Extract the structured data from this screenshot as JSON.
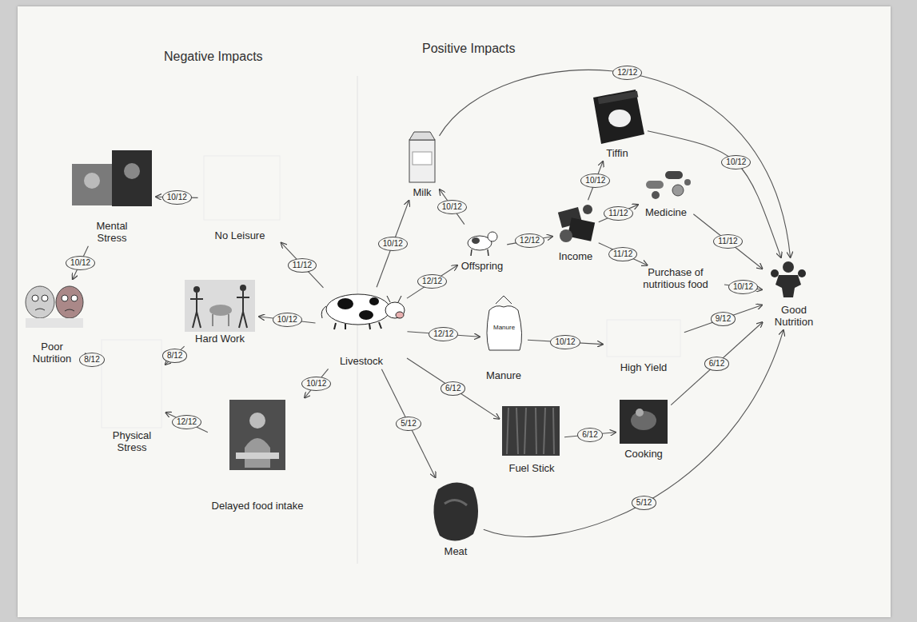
{
  "diagram": {
    "nodes": [
      {
        "text": [
          "Livestock"
        ]
      },
      {
        "text": [
          "Milk"
        ]
      },
      {
        "text": [
          "Offspring"
        ]
      },
      {
        "text": [
          "Income"
        ]
      },
      {
        "text": [
          "Tiffin"
        ]
      },
      {
        "text": [
          "Medicine"
        ]
      },
      {
        "text": [
          "Purchase of nutritious food"
        ]
      },
      {
        "text": [
          "Good Nutrition"
        ]
      },
      {
        "text": [
          "Manure"
        ]
      },
      {
        "text": [
          "High Yield"
        ]
      },
      {
        "text": [
          "Fuel Stick"
        ]
      },
      {
        "text": [
          "Cooking"
        ]
      },
      {
        "text": [
          "Meat"
        ]
      },
      {
        "text": [
          "Hard Work"
        ]
      },
      {
        "text": [
          "No Leisure"
        ]
      },
      {
        "text": [
          "Mental Stress"
        ]
      },
      {
        "text": [
          "Poor Nutrition"
        ]
      },
      {
        "text": [
          "Physical Stress"
        ]
      },
      {
        "text": [
          "Delayed food intake"
        ]
      }
    ],
    "edges": [
      {
        "from": 0,
        "to": 1,
        "arrow": "to",
        "label": "10/12"
      },
      {
        "from": 0,
        "to": 2,
        "arrow": "to",
        "label": "12/12"
      },
      {
        "from": 2,
        "to": 1,
        "arrow": "to",
        "label": "10/12"
      },
      {
        "from": 2,
        "to": 3,
        "arrow": "to",
        "label": "12/12"
      },
      {
        "from": 3,
        "to": 4,
        "arrow": "to",
        "label": "10/12"
      },
      {
        "from": 3,
        "to": 5,
        "arrow": "to",
        "label": "11/12"
      },
      {
        "from": 3,
        "to": 6,
        "arrow": "to",
        "label": "11/12"
      },
      {
        "from": 1,
        "to": 7,
        "arrow": "to",
        "label": "12/12"
      },
      {
        "from": 4,
        "to": 7,
        "arrow": "to",
        "label": "10/12"
      },
      {
        "from": 5,
        "to": 7,
        "arrow": "to",
        "label": "11/12"
      },
      {
        "from": 6,
        "to": 7,
        "arrow": "to",
        "label": "10/12"
      },
      {
        "from": 0,
        "to": 8,
        "arrow": "to",
        "label": "12/12"
      },
      {
        "from": 8,
        "to": 9,
        "arrow": "to",
        "label": "10/12"
      },
      {
        "from": 9,
        "to": 7,
        "arrow": "to",
        "label": "9/12"
      },
      {
        "from": 0,
        "to": 10,
        "arrow": "to",
        "label": "6/12"
      },
      {
        "from": 10,
        "to": 11,
        "arrow": "to",
        "label": "6/12"
      },
      {
        "from": 11,
        "to": 7,
        "arrow": "to",
        "label": "6/12"
      },
      {
        "from": 0,
        "to": 12,
        "arrow": "to",
        "label": "5/12"
      },
      {
        "from": 12,
        "to": 7,
        "arrow": "to",
        "label": "5/12"
      },
      {
        "from": 0,
        "to": 13,
        "arrow": "to",
        "label": "10/12"
      },
      {
        "from": 0,
        "to": 14,
        "arrow": "to",
        "label": "11/12"
      },
      {
        "from": 14,
        "to": 15,
        "arrow": "to",
        "label": "10/12"
      },
      {
        "from": 15,
        "to": 16,
        "arrow": "to",
        "label": "10/12"
      },
      {
        "from": 13,
        "to": 17,
        "arrow": "to",
        "label": "8/12"
      },
      {
        "from": 0,
        "to": 18,
        "arrow": "to",
        "label": "10/12"
      },
      {
        "from": 18,
        "to": 17,
        "arrow": "to",
        "label": "12/12"
      },
      {
        "from": 17,
        "to": 16,
        "arrow": "to",
        "label": "8/12"
      }
    ],
    "labels": [
      "Negative Impacts",
      "Positive Impacts",
      "Manure"
    ]
  }
}
